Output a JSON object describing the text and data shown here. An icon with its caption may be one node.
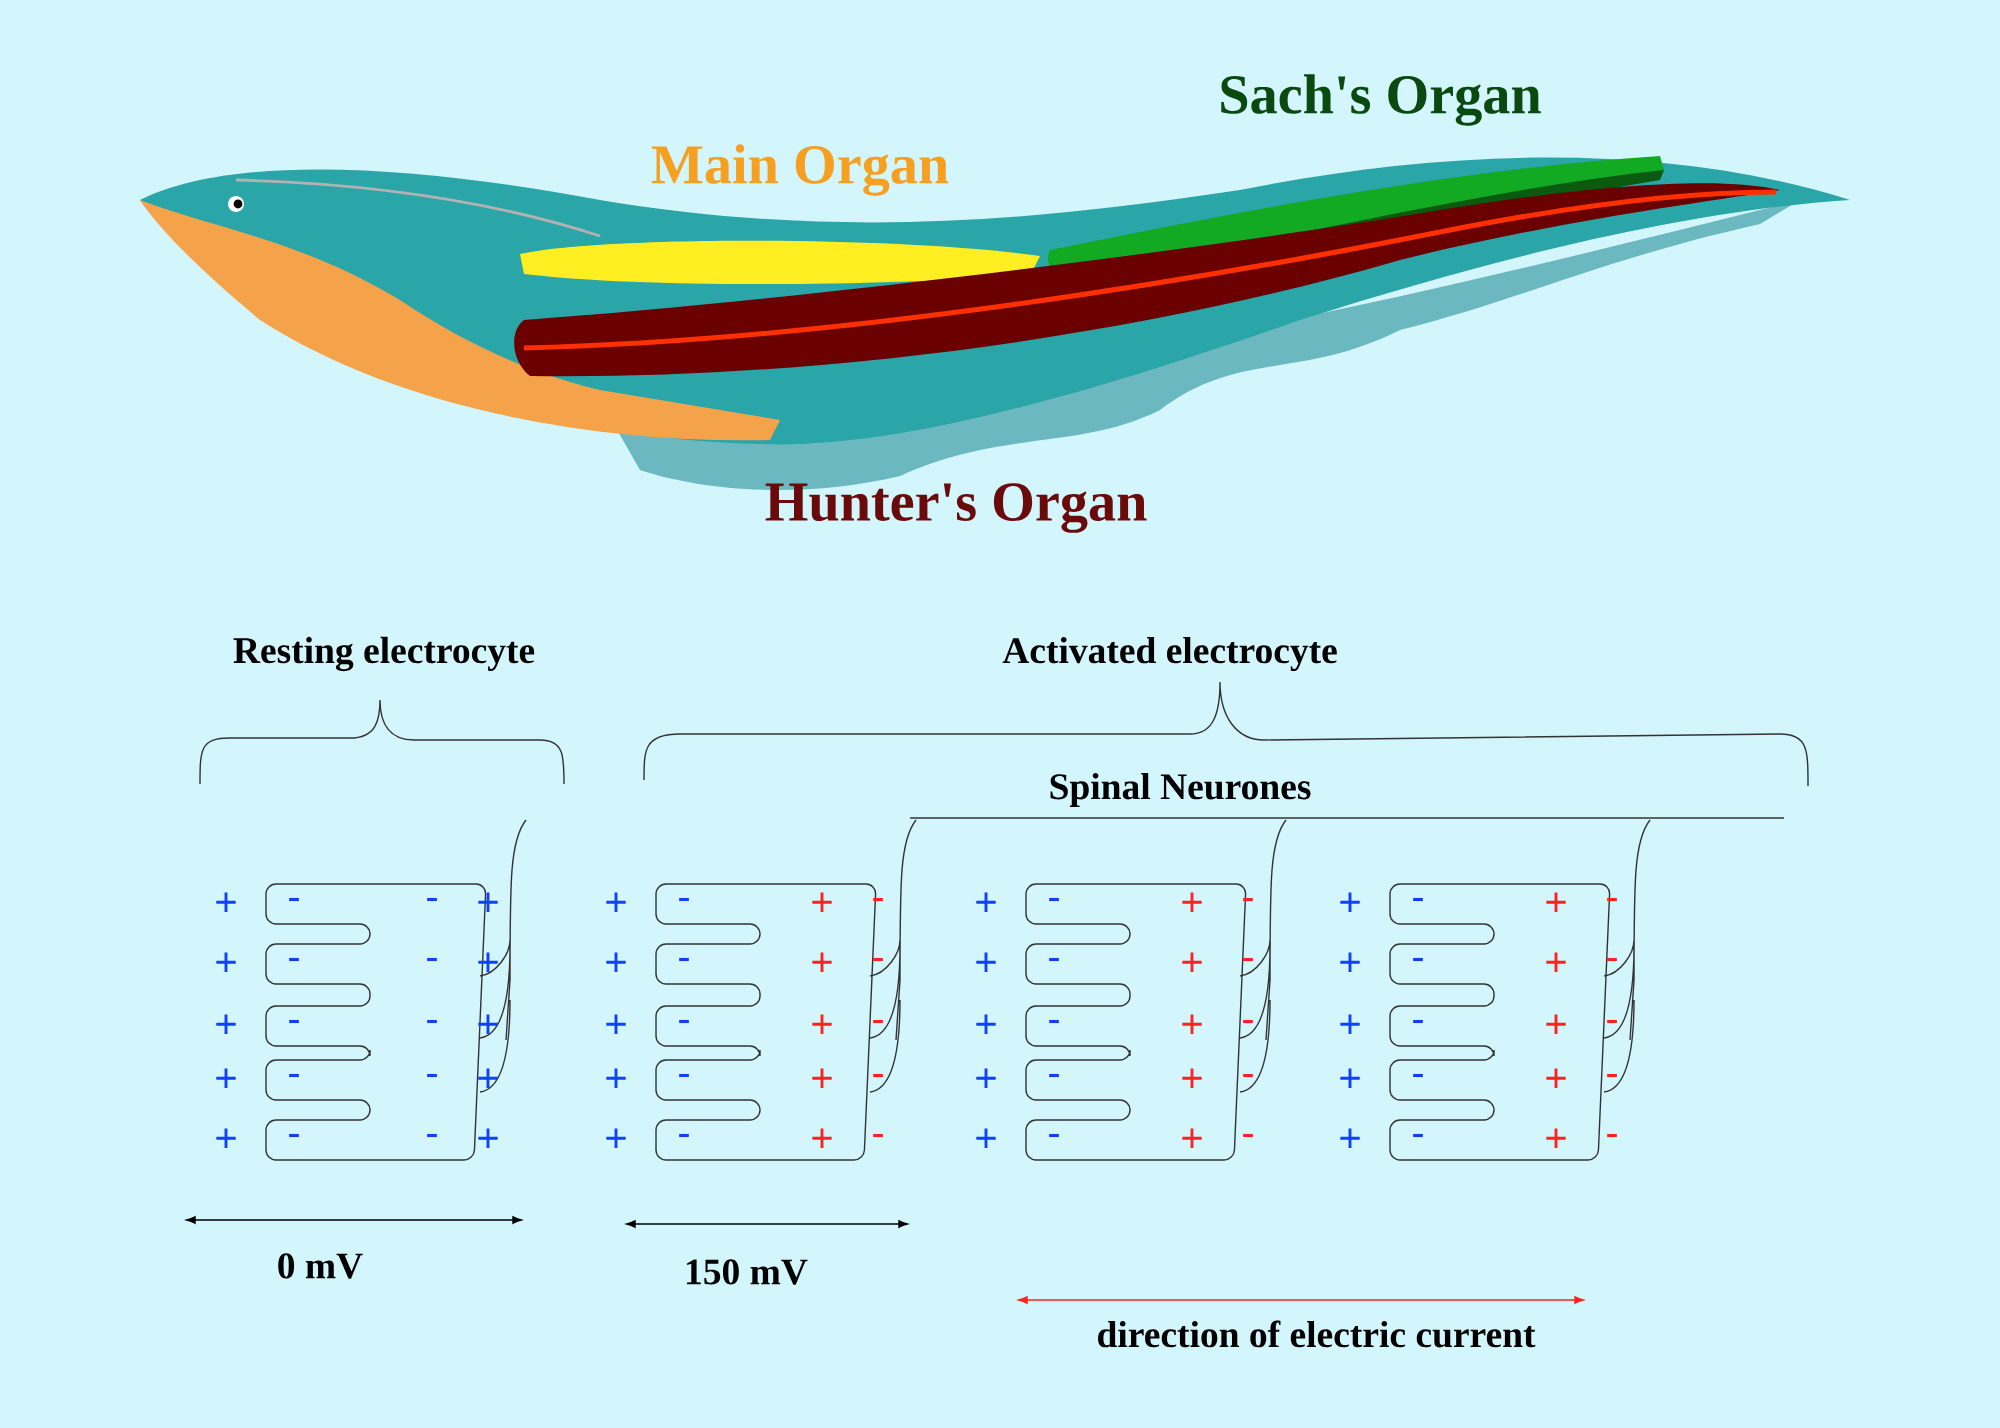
{
  "diagram": {
    "labels": [
      "Sach's Organ",
      "Main Organ",
      "Hunter's Organ",
      "Resting electrocyte",
      "Activated electrocyte",
      "Spinal Neurones",
      "+",
      "-",
      "-",
      "+",
      "+",
      "-",
      "-",
      "+",
      "+",
      "-",
      "-",
      "+",
      "+",
      "-",
      "-",
      "+",
      "+",
      "-",
      "-",
      "+",
      "+",
      "-",
      "+",
      "-",
      "+",
      "-",
      "+",
      "-",
      "+",
      "-",
      "+",
      "-",
      "+",
      "-",
      "+",
      "-",
      "+",
      "-",
      "+",
      "-",
      "+",
      "-",
      "+",
      "-",
      "+",
      "-",
      "+",
      "-",
      "+",
      "-",
      "+",
      "-",
      "+",
      "-",
      "+",
      "-",
      "+",
      "-",
      "+",
      "-",
      "+",
      "-",
      "+",
      "-",
      "+",
      "-",
      "+",
      "-",
      "+",
      "-",
      "+",
      "-",
      "+",
      "-",
      "+",
      "-",
      "+",
      "-",
      "+",
      "-",
      "0 mV",
      "150 mV",
      "direction of electric current"
    ]
  }
}
